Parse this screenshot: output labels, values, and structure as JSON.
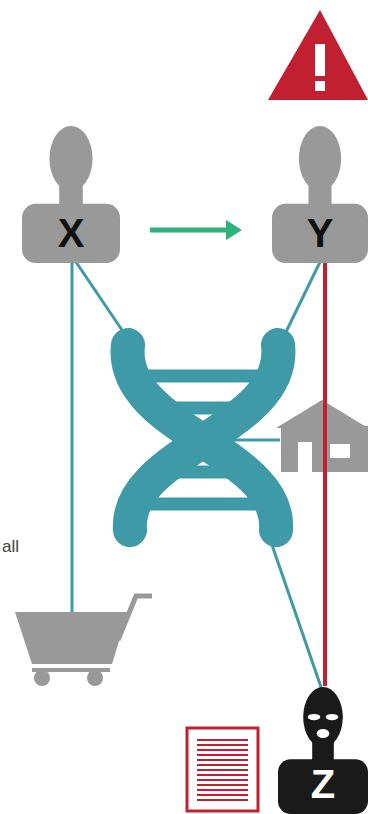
{
  "diagram": {
    "nodes": [
      {
        "text": [
          "X"
        ]
      },
      {
        "text": [
          "Y"
        ]
      },
      {
        "text": [
          "Z"
        ]
      }
    ],
    "edges": [
      {
        "from": 0,
        "to": 1,
        "arrow": "to"
      },
      {
        "from": 1,
        "to": 2,
        "arrow": "none"
      }
    ],
    "labels": [
      "all"
    ]
  }
}
